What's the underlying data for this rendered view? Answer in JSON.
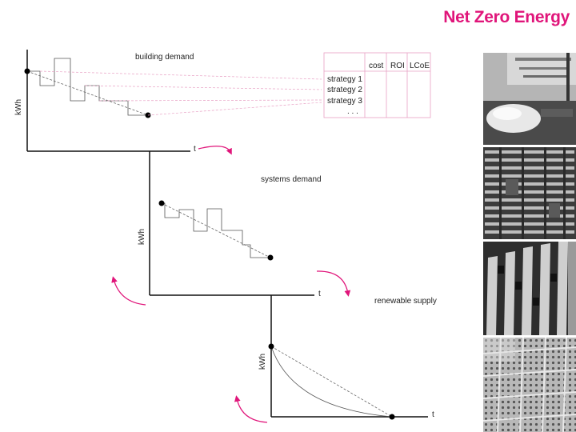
{
  "title": "Net Zero Energy",
  "accent_color": "#e0157a",
  "charts": {
    "building": {
      "label": "building demand",
      "ylabel": "kWh",
      "xlabel": "t"
    },
    "systems": {
      "label": "systems demand",
      "ylabel": "kWh",
      "xlabel": "t"
    },
    "renewable": {
      "label": "renewable supply",
      "ylabel": "kWh",
      "xlabel": "t"
    }
  },
  "table": {
    "columns": [
      "cost",
      "ROI",
      "LCoE"
    ],
    "rows": [
      "strategy 1",
      "strategy 2",
      "strategy 3",
      ". . ."
    ]
  },
  "photos": [
    {
      "name": "interior-photo"
    },
    {
      "name": "louvered-facade-photo"
    },
    {
      "name": "fin-shading-photo"
    },
    {
      "name": "perforated-panel-photo"
    }
  ]
}
